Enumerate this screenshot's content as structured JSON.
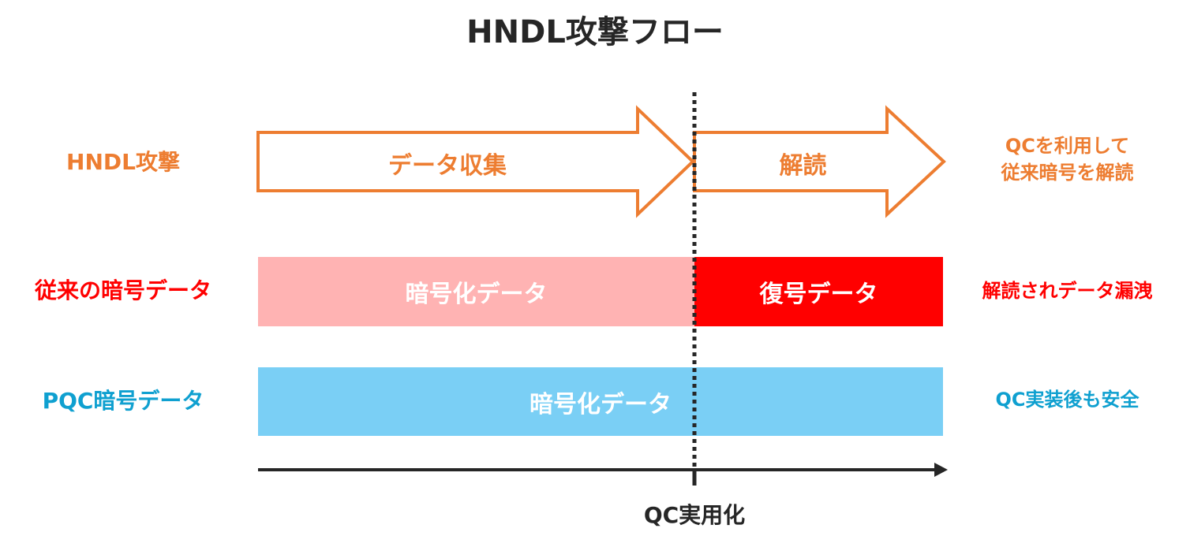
{
  "title": "HNDL攻撃フロー",
  "colors": {
    "orange": "#ED7D31",
    "red": "#FF0000",
    "pink": "#FFB3B3",
    "blue": "#0FA0D0",
    "lightblue": "#7ACFF5",
    "dark": "#262626"
  },
  "rows": {
    "hndl": {
      "label": "HNDL攻撃",
      "arrow1_label": "データ収集",
      "arrow2_label": "解読",
      "note_line1": "QCを利用して",
      "note_line2": "従来暗号を解読"
    },
    "legacy": {
      "label": "従来の暗号データ",
      "encrypted_label": "暗号化データ",
      "decrypted_label": "復号データ",
      "note": "解読されデータ漏洩"
    },
    "pqc": {
      "label": "PQC暗号データ",
      "encrypted_label": "暗号化データ",
      "note": "QC実装後も安全"
    }
  },
  "timeline": {
    "milestone_label": "QC実用化"
  }
}
